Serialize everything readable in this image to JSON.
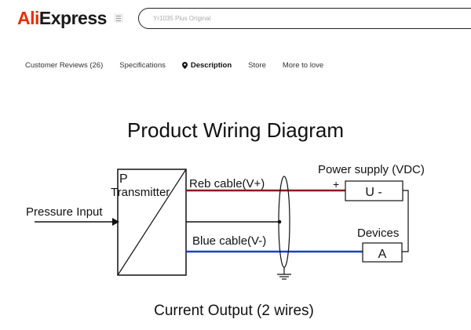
{
  "header": {
    "logo_prefix": "Ali",
    "logo_suffix": "Express",
    "search_placeholder": "Yr1035 Plus Original"
  },
  "tabs": [
    {
      "label": "Customer Reviews (26)",
      "active": false
    },
    {
      "label": "Specifications",
      "active": false
    },
    {
      "label": "Description",
      "active": true
    },
    {
      "label": "Store",
      "active": false
    },
    {
      "label": "More to love",
      "active": false
    }
  ],
  "diagram": {
    "title": "Product Wiring Diagram",
    "transmitter_p": "P",
    "transmitter_label": "Transmitter",
    "pressure_input": "Pressure Input",
    "red_cable": "Reb cable(V+)",
    "blue_cable": "Blue cable(V-)",
    "power_supply": "Power supply (VDC)",
    "plus": "+",
    "u_box": "U -",
    "devices": "Devices",
    "a_box": "A",
    "caption": "Current Output (2 wires)",
    "colors": {
      "red_wire": "#8b1a1a",
      "blue_wire": "#1a3fd0",
      "line": "#111111",
      "logo_accent": "#e62e04"
    }
  }
}
